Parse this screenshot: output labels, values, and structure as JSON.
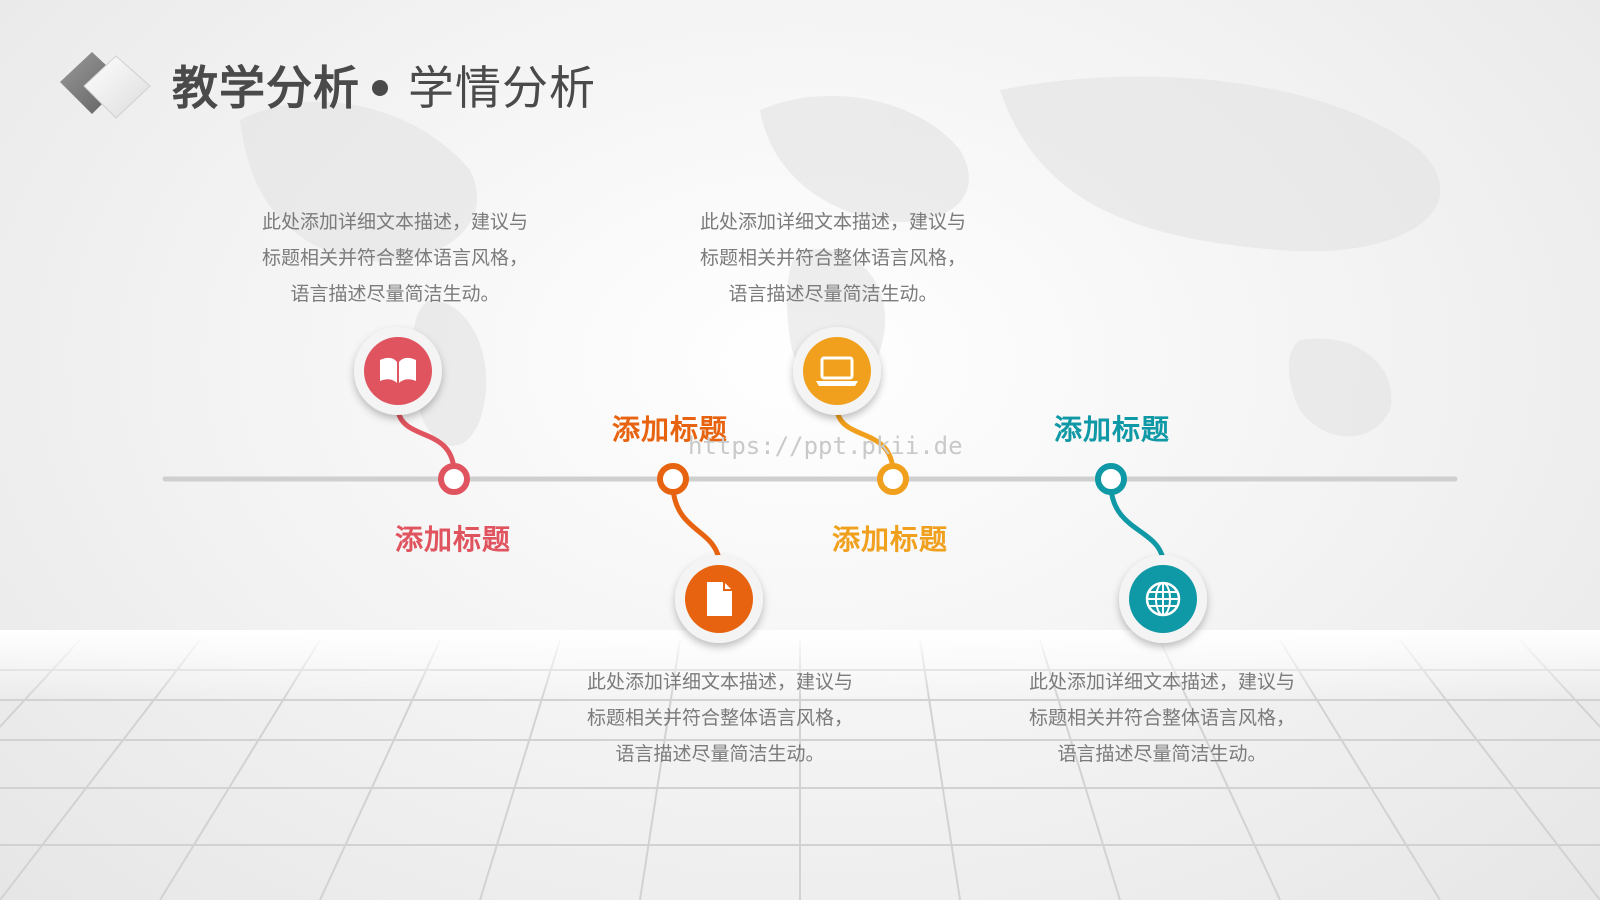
{
  "slide": {
    "title_main": "教学分析",
    "title_sub": "学情分析",
    "watermark": "https://ppt.pkii.de"
  },
  "items": [
    {
      "label": "添加标题",
      "color": "#e0545f",
      "icon": "book-icon",
      "desc": [
        "此处添加详细文本描述，建议与",
        "标题相关并符合整体语言风格，",
        "语言描述尽量简洁生动。"
      ]
    },
    {
      "label": "添加标题",
      "color": "#e8630f",
      "icon": "document-icon",
      "desc": [
        "此处添加详细文本描述，建议与",
        "标题相关并符合整体语言风格，",
        "语言描述尽量简洁生动。"
      ]
    },
    {
      "label": "添加标题",
      "color": "#f0a01c",
      "icon": "laptop-icon",
      "desc": [
        "此处添加详细文本描述，建议与",
        "标题相关并符合整体语言风格，",
        "语言描述尽量简洁生动。"
      ]
    },
    {
      "label": "添加标题",
      "color": "#0f98a5",
      "icon": "globe-icon",
      "desc": [
        "此处添加详细文本描述，建议与",
        "标题相关并符合整体语言风格，",
        "语言描述尽量简洁生动。"
      ]
    }
  ]
}
